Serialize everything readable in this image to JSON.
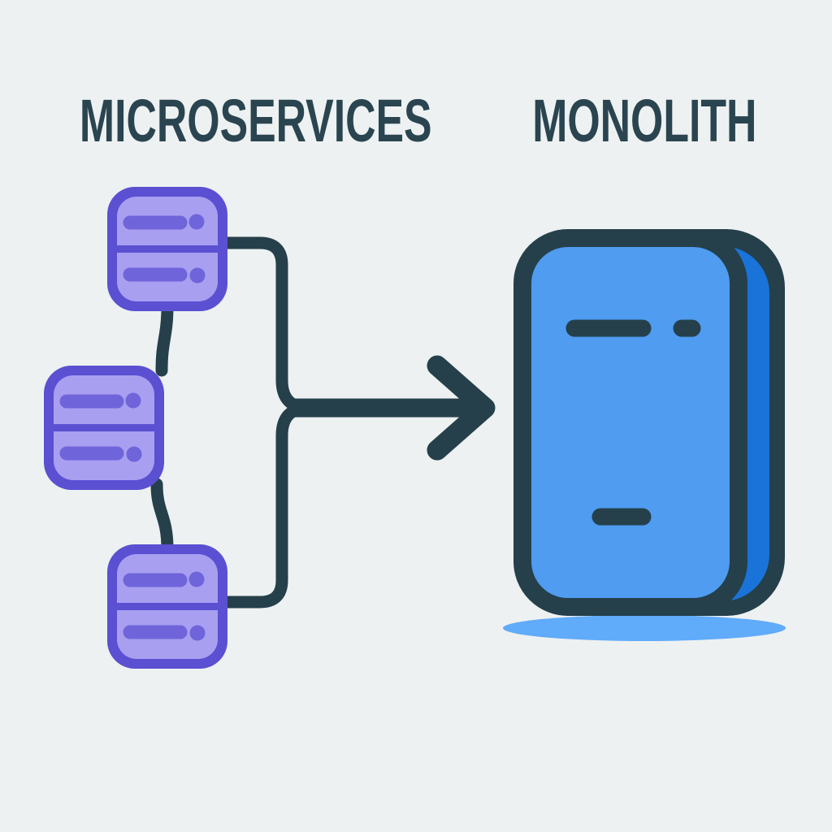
{
  "titles": {
    "microservices": "MICROSERVICES",
    "monolith": "MONOLITH"
  },
  "colors": {
    "background": "#edf1f1",
    "ink": "#25404b",
    "title_text": "#2a4450",
    "server_border": "#5b50d2",
    "server_fill": "#a89ff0",
    "server_accent": "#6f64da",
    "monolith_fill": "#4f9cf0",
    "monolith_spine": "#1a73d8",
    "monolith_shadow": "#60abfa"
  },
  "icons": {
    "server": "stacked-database-server",
    "monolith": "rounded-monolith-slab",
    "arrow": "merge-right-arrow"
  }
}
